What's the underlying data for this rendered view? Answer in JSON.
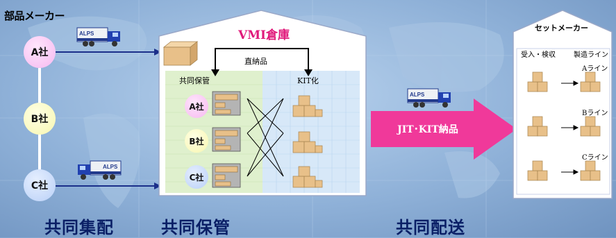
{
  "parts_maker": {
    "title": "部品メーカー",
    "companies": [
      "A社",
      "B社",
      "C社"
    ]
  },
  "trucks": {
    "label": "ALPS"
  },
  "vmi": {
    "title": "VMI倉庫",
    "direct_label": "直納品",
    "joint_storage_label": "共同保管",
    "kit_label": "KIT化",
    "companies": [
      "A社",
      "B社",
      "C社"
    ]
  },
  "jit": {
    "label": "JIT･KIT納品"
  },
  "set_maker": {
    "title": "セットメーカー",
    "receiving_label": "受入・検収",
    "production_label": "製造ライン",
    "lines": [
      "Aライン",
      "Bライン",
      "Cライン"
    ]
  },
  "bottom_labels": [
    "共同集配",
    "共同保管",
    "共同配送"
  ],
  "colors": {
    "pink_circle": "#f6b8f0",
    "yellow_circle": "#f7f6b0",
    "blue_circle": "#b9d0f7",
    "jit_arrow": "#f0399a",
    "vmi_title": "#e0197a",
    "bottom_text": "#0a1f66"
  }
}
